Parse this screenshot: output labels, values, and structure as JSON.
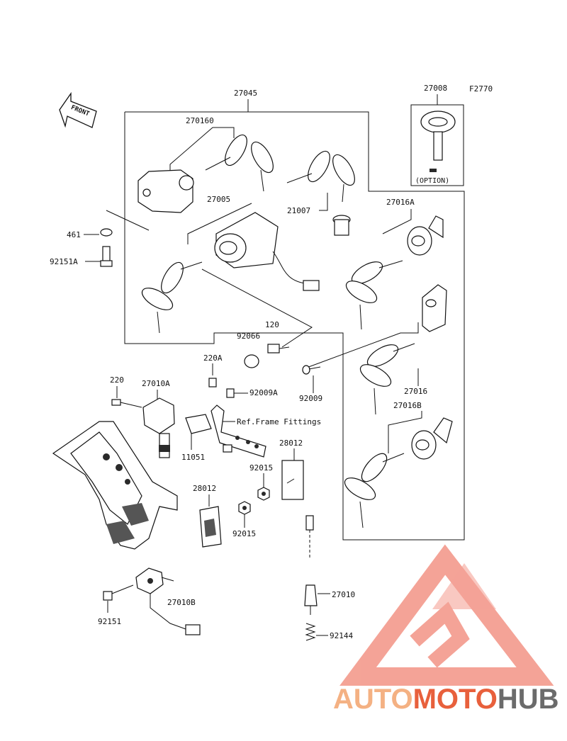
{
  "diagram": {
    "figure_code": "F2770",
    "front_label": "FRONT",
    "option_label": "(OPTION)",
    "ref_label": "Ref.Frame Fittings",
    "parts": {
      "p27045": "27045",
      "p27008": "27008",
      "p270160": "270160",
      "p27005": "27005",
      "p21007": "21007",
      "p27016A": "27016A",
      "p461": "461",
      "p92151A": "92151A",
      "p120": "120",
      "p92066": "92066",
      "p220A": "220A",
      "p220": "220",
      "p27010A": "27010A",
      "p92009A": "92009A",
      "p92009": "92009",
      "p27016": "27016",
      "p27016B": "27016B",
      "p11051": "11051",
      "p28012a": "28012",
      "p28012b": "28012",
      "p92015a": "92015",
      "p92015b": "92015",
      "p27010": "27010",
      "p27010B": "27010B",
      "p92151": "92151",
      "p92144": "92144"
    }
  },
  "watermark": {
    "part1": "AUTO",
    "part2": "MOTO",
    "part3": "HUB",
    "color_light": "#f4b183",
    "color_red": "#e8603c",
    "color_gray": "#6b6b6b",
    "logo_color": "#f39a8c"
  }
}
